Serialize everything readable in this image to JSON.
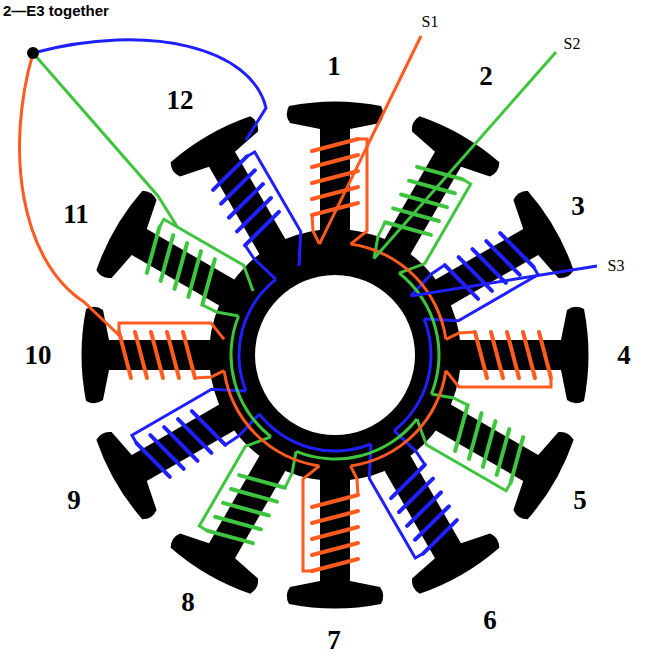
{
  "diagram": {
    "labels": [
      "2—E3 together",
      "S1",
      "S2",
      "1",
      "12",
      "2",
      "3",
      "S3",
      "11",
      "10",
      "4",
      "9",
      "5",
      "8",
      "6",
      "7"
    ]
  }
}
